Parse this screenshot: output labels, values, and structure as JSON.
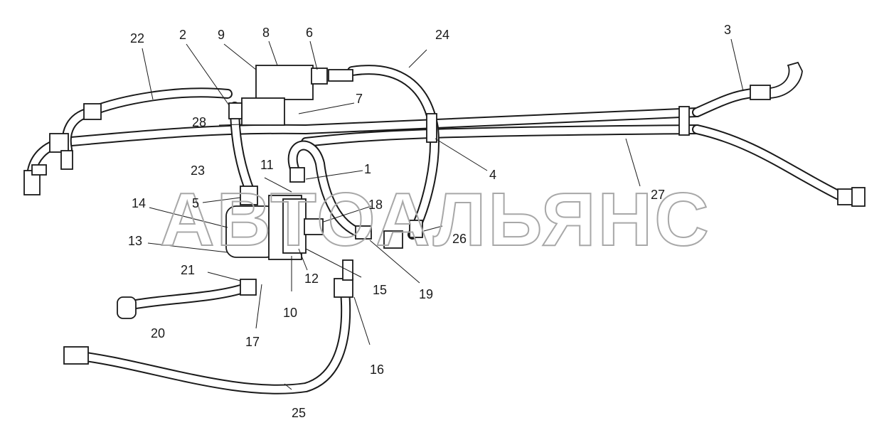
{
  "diagram": {
    "callouts": [
      "1",
      "2",
      "3",
      "4",
      "5",
      "6",
      "7",
      "8",
      "9",
      "10",
      "11",
      "12",
      "13",
      "14",
      "15",
      "16",
      "17",
      "18",
      "19",
      "20",
      "21",
      "22",
      "23",
      "24",
      "25",
      "26",
      "27",
      "28"
    ]
  },
  "watermark": {
    "text": "АВТОАЛЬЯНС"
  },
  "colors": {
    "line": "#1a1a1a",
    "watermark": "#a8a8a8",
    "background": "#ffffff"
  }
}
